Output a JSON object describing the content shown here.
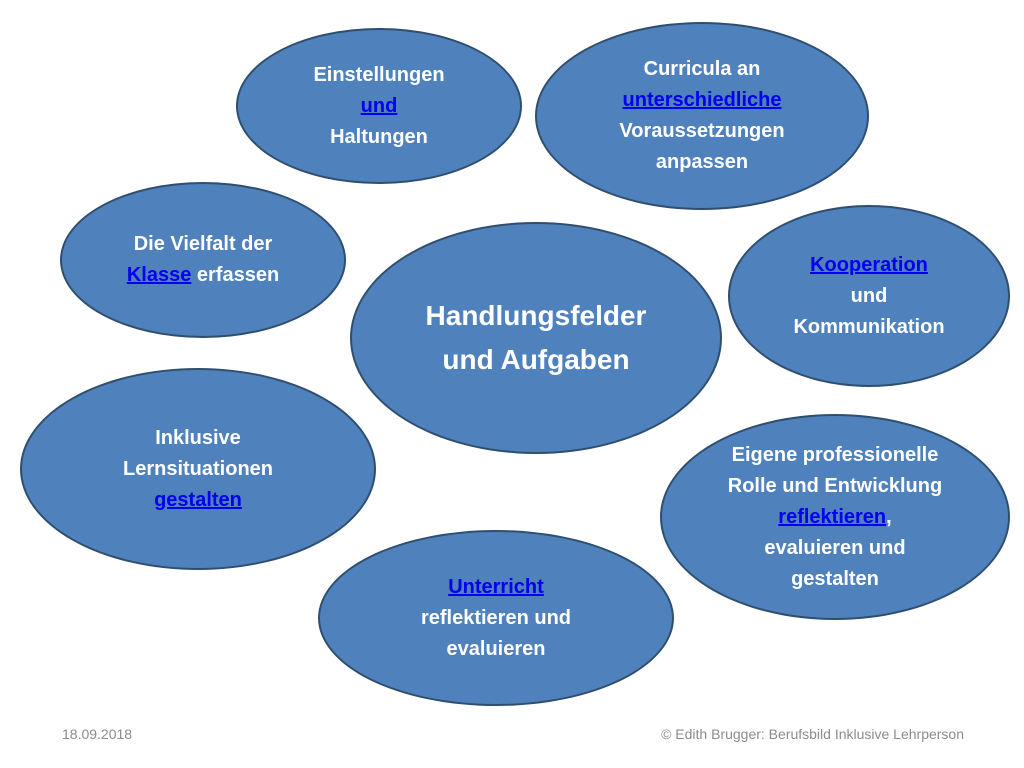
{
  "center": {
    "line1": "Handlungsfelder",
    "line2": "und Aufgaben"
  },
  "b_einstellungen": {
    "line1": "Einstellungen",
    "link": "und",
    "line3": "Haltungen"
  },
  "b_curricula": {
    "line1": "Curricula an",
    "link": "unterschiedliche",
    "line3": "Voraussetzungen",
    "line4": "anpassen"
  },
  "b_vielfalt": {
    "line1": "Die Vielfalt der",
    "link": "Klasse",
    "rest": " erfassen"
  },
  "b_kooperation": {
    "link": "Kooperation",
    "line2": "und",
    "line3": "Kommunikation"
  },
  "b_inklusive": {
    "line1": "Inklusive",
    "line2": "Lernsituationen",
    "link": "gestalten"
  },
  "b_eigene": {
    "line1": "Eigene professionelle",
    "line2": "Rolle und Entwicklung",
    "link": "reflektieren",
    "comma": ",",
    "line4": "evaluieren und",
    "line5": "gestalten"
  },
  "b_unterricht": {
    "link": "Unterricht",
    "line2": "reflektieren und",
    "line3": "evaluieren"
  },
  "footer": {
    "date": "18.09.2018",
    "copyright": "© Edith Brugger: Berufsbild Inklusive Lehrperson"
  },
  "colors": {
    "bubble_fill": "#4f81bd",
    "bubble_border": "#2f4f6f",
    "link": "#0000ee",
    "footer_text": "#8c8c8c"
  }
}
